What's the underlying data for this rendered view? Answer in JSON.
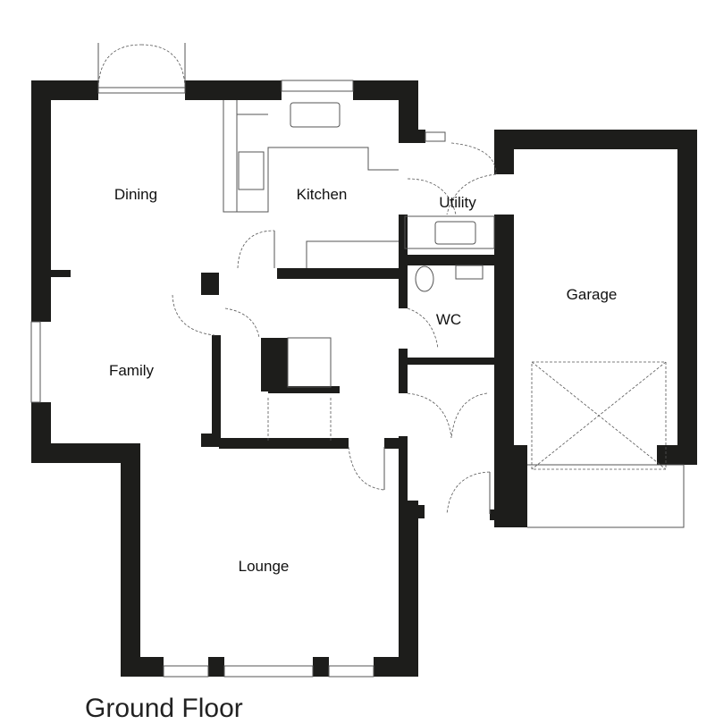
{
  "plan_title": "Ground Floor",
  "rooms": {
    "dining": "Dining",
    "kitchen": "Kitchen",
    "utility": "Utility",
    "garage": "Garage",
    "wc": "WC",
    "family": "Family",
    "lounge": "Lounge"
  },
  "colors": {
    "wall": "#1d1d1b",
    "background": "#ffffff"
  }
}
